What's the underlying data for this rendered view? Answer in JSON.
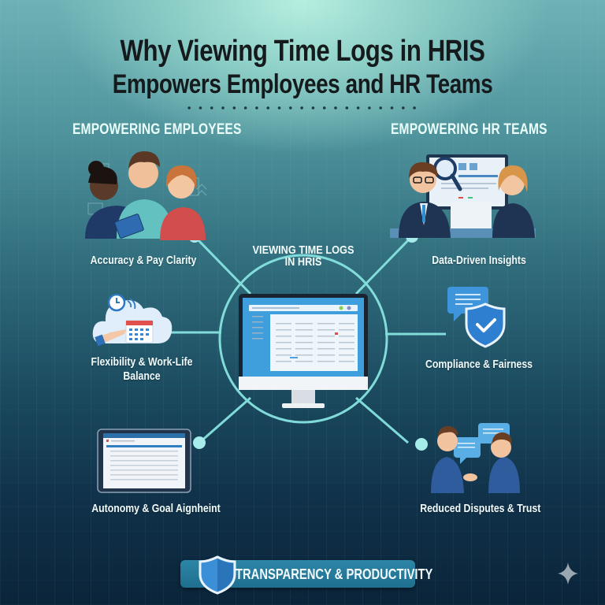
{
  "header": {
    "title_line1": "Why Viewing Time Logs in HRIS",
    "title_line2": "Empowers Employees and HR Teams"
  },
  "left_section": {
    "heading": "EMPOWERING EMPLOYEES",
    "items": [
      {
        "label": "Accuracy & Pay Clarity",
        "icon": "team-with-tablet-illustration"
      },
      {
        "label_line1": "Flexibility & Work-Life",
        "label_line2": "Balance",
        "icon": "cloud-clock-calendar-icon"
      },
      {
        "label": "Autonomy & Goal Aignheint",
        "icon": "tablet-timesheet-icon"
      }
    ]
  },
  "right_section": {
    "heading": "EMPOWERING HR TEAMS",
    "items": [
      {
        "label": "Data-Driven Insights",
        "icon": "hr-analysts-monitor-illustration"
      },
      {
        "label": "Compliance & Fairness",
        "icon": "shield-check-chat-icon"
      },
      {
        "label": "Reduced Disputes & Trust",
        "icon": "handshake-chat-illustration"
      }
    ]
  },
  "center": {
    "title_line1": "VIEWING TIME LOGS",
    "title_line2": "IN HRIS",
    "icon": "monitor-timelog-dashboard"
  },
  "footer": {
    "banner_label": "TRANSPARENCY & PRODUCTIVITY",
    "banner_icon": "shield-icon"
  },
  "colors": {
    "accent_teal": "#7fe0df",
    "banner_blue": "#2680a2",
    "shield_blue": "#3a8fd6",
    "title_dark": "#151a1c",
    "bg_top": "#b6efe0",
    "bg_bottom": "#0b243a"
  }
}
